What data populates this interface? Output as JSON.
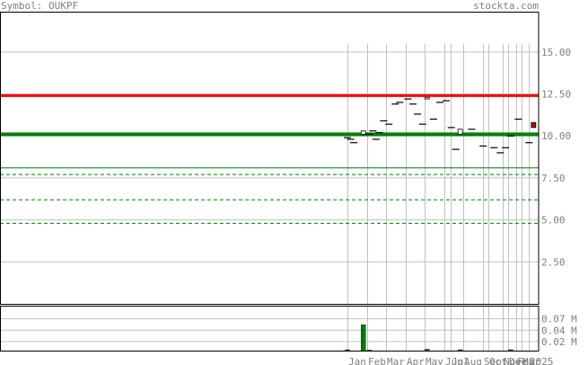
{
  "header": {
    "symbol_label": "Symbol: OUKPF",
    "site": "stockta.com"
  },
  "chart_data": {
    "type": "candlestick",
    "y_axis": {
      "ticks": [
        "15.00",
        "12.50",
        "10.00",
        "7.50",
        "5.00",
        "2.50"
      ],
      "tick_values": [
        15,
        12.5,
        10,
        7.5,
        5,
        2.5
      ],
      "ylim": [
        0,
        17.4
      ]
    },
    "volume_axis": {
      "ticks": [
        "0.07 M",
        "0.04 M",
        "0.02 M"
      ],
      "tick_values": [
        0.07,
        0.045,
        0.02
      ],
      "ylim": [
        0,
        0.099
      ]
    },
    "x_labels": [
      "Jan",
      "Feb",
      "Mar",
      "Apr",
      "May",
      "Jun",
      "Jul",
      "Aug",
      "Sep",
      "Oct",
      "Nov",
      "Dec",
      "Feb",
      "Mar",
      "2025"
    ],
    "x_label_days": [
      0,
      31,
      60,
      91,
      121,
      152,
      162,
      182,
      213,
      221,
      244,
      252,
      265,
      273,
      285
    ],
    "x_range_days": [
      0,
      300
    ],
    "horizontal_levels": [
      {
        "value": 12.4,
        "color": "#ff0000",
        "style": "solid"
      },
      {
        "value": 10.1,
        "color": "#008000",
        "style": "solid-thick"
      },
      {
        "value": 8.1,
        "color": "#008000",
        "style": "solid-thin"
      },
      {
        "value": 7.7,
        "color": "#008000",
        "style": "dashed"
      },
      {
        "value": 6.2,
        "color": "#008000",
        "style": "dashed"
      },
      {
        "value": 4.8,
        "color": "#008000",
        "style": "dashed"
      }
    ],
    "candles": [
      {
        "day": 0,
        "open": 9.9,
        "close": 9.9,
        "volume": 0.002
      },
      {
        "day": 5,
        "open": 9.8,
        "close": 9.8,
        "volume": 0.0
      },
      {
        "day": 10,
        "open": 9.6,
        "close": 9.6,
        "volume": 0.0
      },
      {
        "day": 25,
        "open": 10.1,
        "close": 10.3,
        "volume": 0.057
      },
      {
        "day": 34,
        "open": 10.1,
        "close": 10.1,
        "volume": 0.001
      },
      {
        "day": 40,
        "open": 10.3,
        "close": 10.3,
        "volume": 0.0
      },
      {
        "day": 45,
        "open": 9.8,
        "close": 9.8,
        "volume": 0.0
      },
      {
        "day": 50,
        "open": 10.2,
        "close": 10.2,
        "volume": 0.0
      },
      {
        "day": 57,
        "open": 10.9,
        "close": 10.9,
        "volume": 0.0
      },
      {
        "day": 65,
        "open": 10.7,
        "close": 10.7,
        "volume": 0.0
      },
      {
        "day": 75,
        "open": 11.9,
        "close": 11.9,
        "volume": 0.0
      },
      {
        "day": 82,
        "open": 12.0,
        "close": 12.0,
        "volume": 0.0
      },
      {
        "day": 95,
        "open": 12.2,
        "close": 12.2,
        "volume": 0.0
      },
      {
        "day": 103,
        "open": 11.9,
        "close": 11.9,
        "volume": 0.0
      },
      {
        "day": 110,
        "open": 11.3,
        "close": 11.3,
        "volume": 0.0
      },
      {
        "day": 118,
        "open": 10.7,
        "close": 10.7,
        "volume": 0.0
      },
      {
        "day": 125,
        "open": 12.2,
        "close": 12.3,
        "volume": 0.003
      },
      {
        "day": 135,
        "open": 11.0,
        "close": 11.0,
        "volume": 0.0
      },
      {
        "day": 145,
        "open": 12.0,
        "close": 12.0,
        "volume": 0.0
      },
      {
        "day": 155,
        "open": 12.1,
        "close": 12.1,
        "volume": 0.0
      },
      {
        "day": 163,
        "open": 10.5,
        "close": 10.5,
        "volume": 0.0
      },
      {
        "day": 170,
        "open": 9.2,
        "close": 9.2,
        "volume": 0.0
      },
      {
        "day": 177,
        "open": 10.1,
        "close": 10.4,
        "volume": 0.002
      },
      {
        "day": 195,
        "open": 10.4,
        "close": 10.4,
        "volume": 0.0
      },
      {
        "day": 213,
        "open": 9.4,
        "close": 9.4,
        "volume": 0.0
      },
      {
        "day": 230,
        "open": 9.3,
        "close": 9.3,
        "volume": 0.0
      },
      {
        "day": 240,
        "open": 9.0,
        "close": 9.0,
        "volume": 0.0
      },
      {
        "day": 248,
        "open": 9.3,
        "close": 9.3,
        "volume": 0.0
      },
      {
        "day": 256,
        "open": 10.0,
        "close": 10.0,
        "volume": 0.002
      },
      {
        "day": 268,
        "open": 11.0,
        "close": 11.0,
        "volume": 0.0
      },
      {
        "day": 285,
        "open": 9.6,
        "close": 9.6,
        "volume": 0.0
      },
      {
        "day": 292,
        "open": 10.8,
        "close": 10.5,
        "volume": 0.0
      }
    ],
    "colors": {
      "up": "#ffffff",
      "down": "#cc0000",
      "volume": "#008000",
      "grid": "#c0c0c0",
      "axis_text": "#808080"
    }
  }
}
